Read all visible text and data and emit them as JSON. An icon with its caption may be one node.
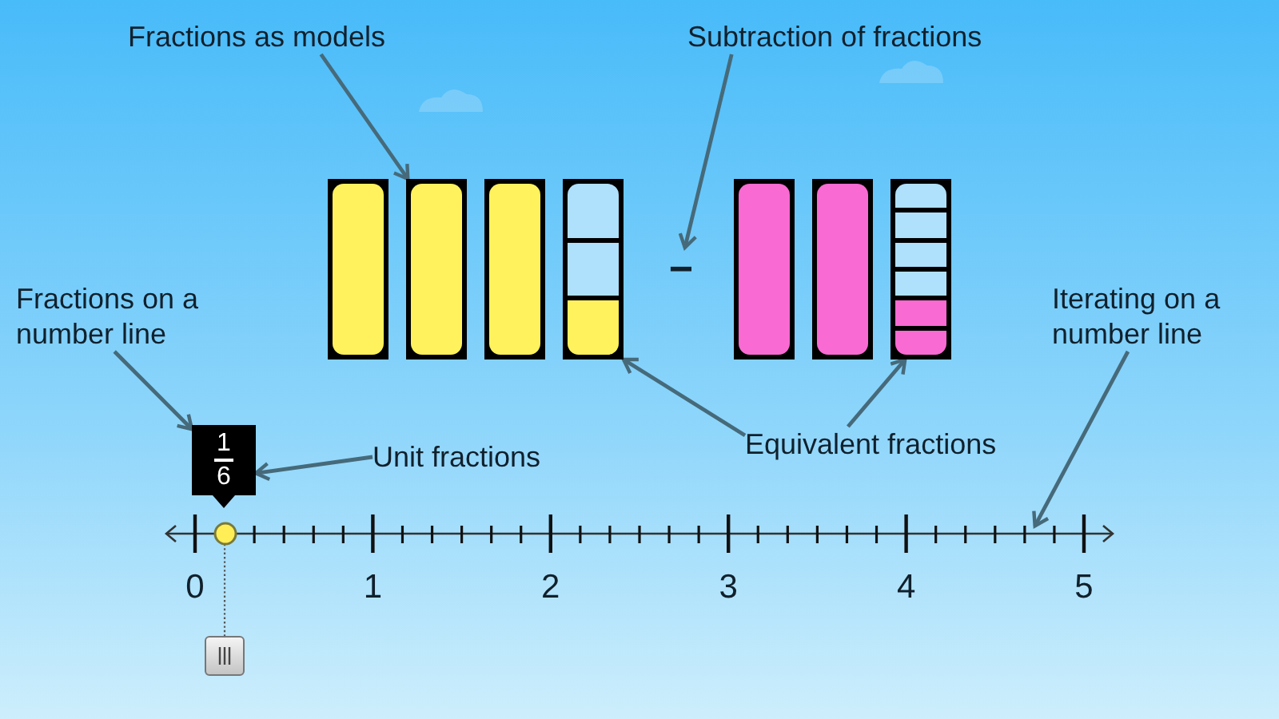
{
  "diagram": {
    "nodes": [
      {
        "text": [
          "Fractions as models"
        ]
      },
      {
        "text": [
          "Subtraction of fractions"
        ]
      },
      {
        "text": [
          "Fractions on a number line"
        ]
      },
      {
        "text": [
          "Iterating on a number line"
        ]
      },
      {
        "text": [
          "Unit fractions"
        ]
      },
      {
        "text": [
          "Equivalent fractions"
        ]
      },
      {
        "text": [],
        "shape": "bar"
      },
      {
        "text": [],
        "shape": "bar"
      },
      {
        "text": [],
        "shape": "bar"
      },
      {
        "text": [],
        "shape": "bar"
      },
      {
        "text": [
          "−"
        ]
      },
      {
        "text": [],
        "shape": "bar"
      },
      {
        "text": [],
        "shape": "bar"
      },
      {
        "text": [],
        "shape": "bar"
      },
      {
        "text": [
          "1",
          "6"
        ]
      },
      {
        "text": [],
        "shape": "box"
      },
      {
        "text": [],
        "shape": "line",
        "beside": [
          "0",
          "1",
          "2",
          "3",
          "4",
          "5"
        ]
      },
      {
        "text": [],
        "shape": "circle",
        "in": 16
      }
    ],
    "edges": [
      {
        "from": 0,
        "to": 7,
        "arrow": "to"
      },
      {
        "from": 1,
        "to": 10,
        "arrow": "to"
      },
      {
        "from": 2,
        "to": 14,
        "arrow": "to"
      },
      {
        "from": 3,
        "to": 16,
        "arrow": "to"
      },
      {
        "from": 4,
        "to": 14,
        "arrow": "to"
      },
      {
        "from": 5,
        "to": 9,
        "arrow": "to"
      },
      {
        "from": 5,
        "to": 13,
        "arrow": "to"
      },
      {
        "from": 17,
        "to": 15,
        "arrow": "none",
        "style": "dashed",
        "color": "#555555"
      }
    ]
  }
}
